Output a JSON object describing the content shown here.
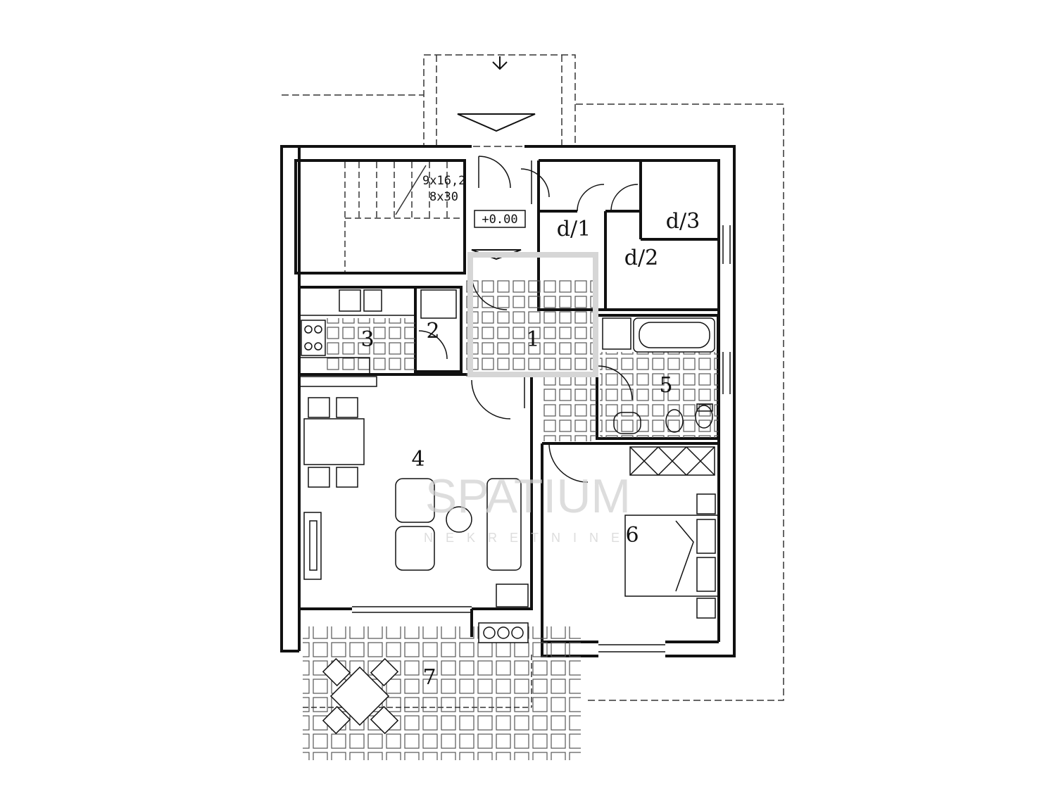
{
  "plan": {
    "rooms": {
      "r1": "1",
      "r2": "2",
      "r3": "3",
      "r4": "4",
      "r5": "5",
      "r6": "6",
      "r7": "7",
      "d1": "d/1",
      "d2": "d/2",
      "d3": "d/3"
    },
    "stair": {
      "line1": "9x16,2",
      "line2": "8x30"
    },
    "level": "+0.00"
  },
  "watermark": {
    "brand": "SPATIUM",
    "tagline": "NEKRETNINE"
  },
  "colors": {
    "line": "#111111",
    "watermark": "#cfcfcf"
  }
}
